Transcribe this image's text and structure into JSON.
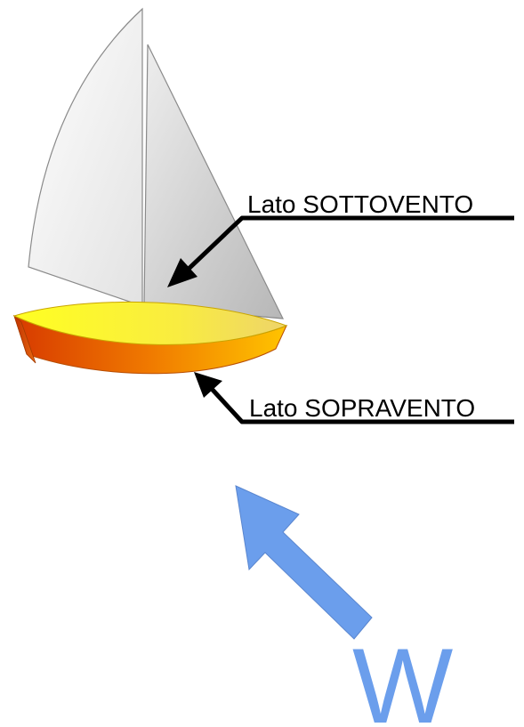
{
  "labels": {
    "leeward": "Lato SOTTOVENTO",
    "windward": "Lato SOPRAVENTO"
  },
  "wind": {
    "letter": "W",
    "color": "#6b9eec"
  },
  "colors": {
    "sail_light": "#f4f4f4",
    "sail_shadow": "#c9c9c9",
    "hull_top_start": "#ffff00",
    "hull_top_end": "#f3d85e",
    "hull_side_start": "#e04400",
    "hull_side_end": "#ffb300",
    "pointer_color": "#000000"
  }
}
